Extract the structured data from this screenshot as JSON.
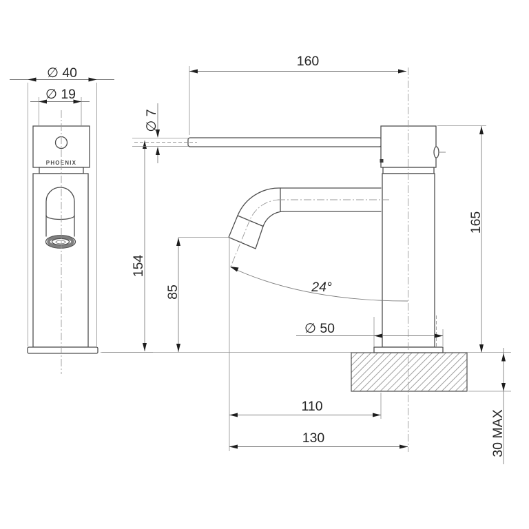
{
  "drawing": {
    "brand": "PHOENIX",
    "dimensions": {
      "front_flange_diameter": "∅ 40",
      "front_spout_tip_diameter": "∅ 19",
      "lever_rod_diameter": "∅ 7",
      "lever_reach": "160",
      "overall_body_height": "165",
      "height_to_lever_centre": "154",
      "spout_outlet_height": "85",
      "spout_outlet_angle": "24°",
      "base_plate_diameter": "∅ 50",
      "spout_reach_to_body": "110",
      "spout_reach_to_centre": "130",
      "max_mounting_thickness": "30 MAX"
    }
  }
}
